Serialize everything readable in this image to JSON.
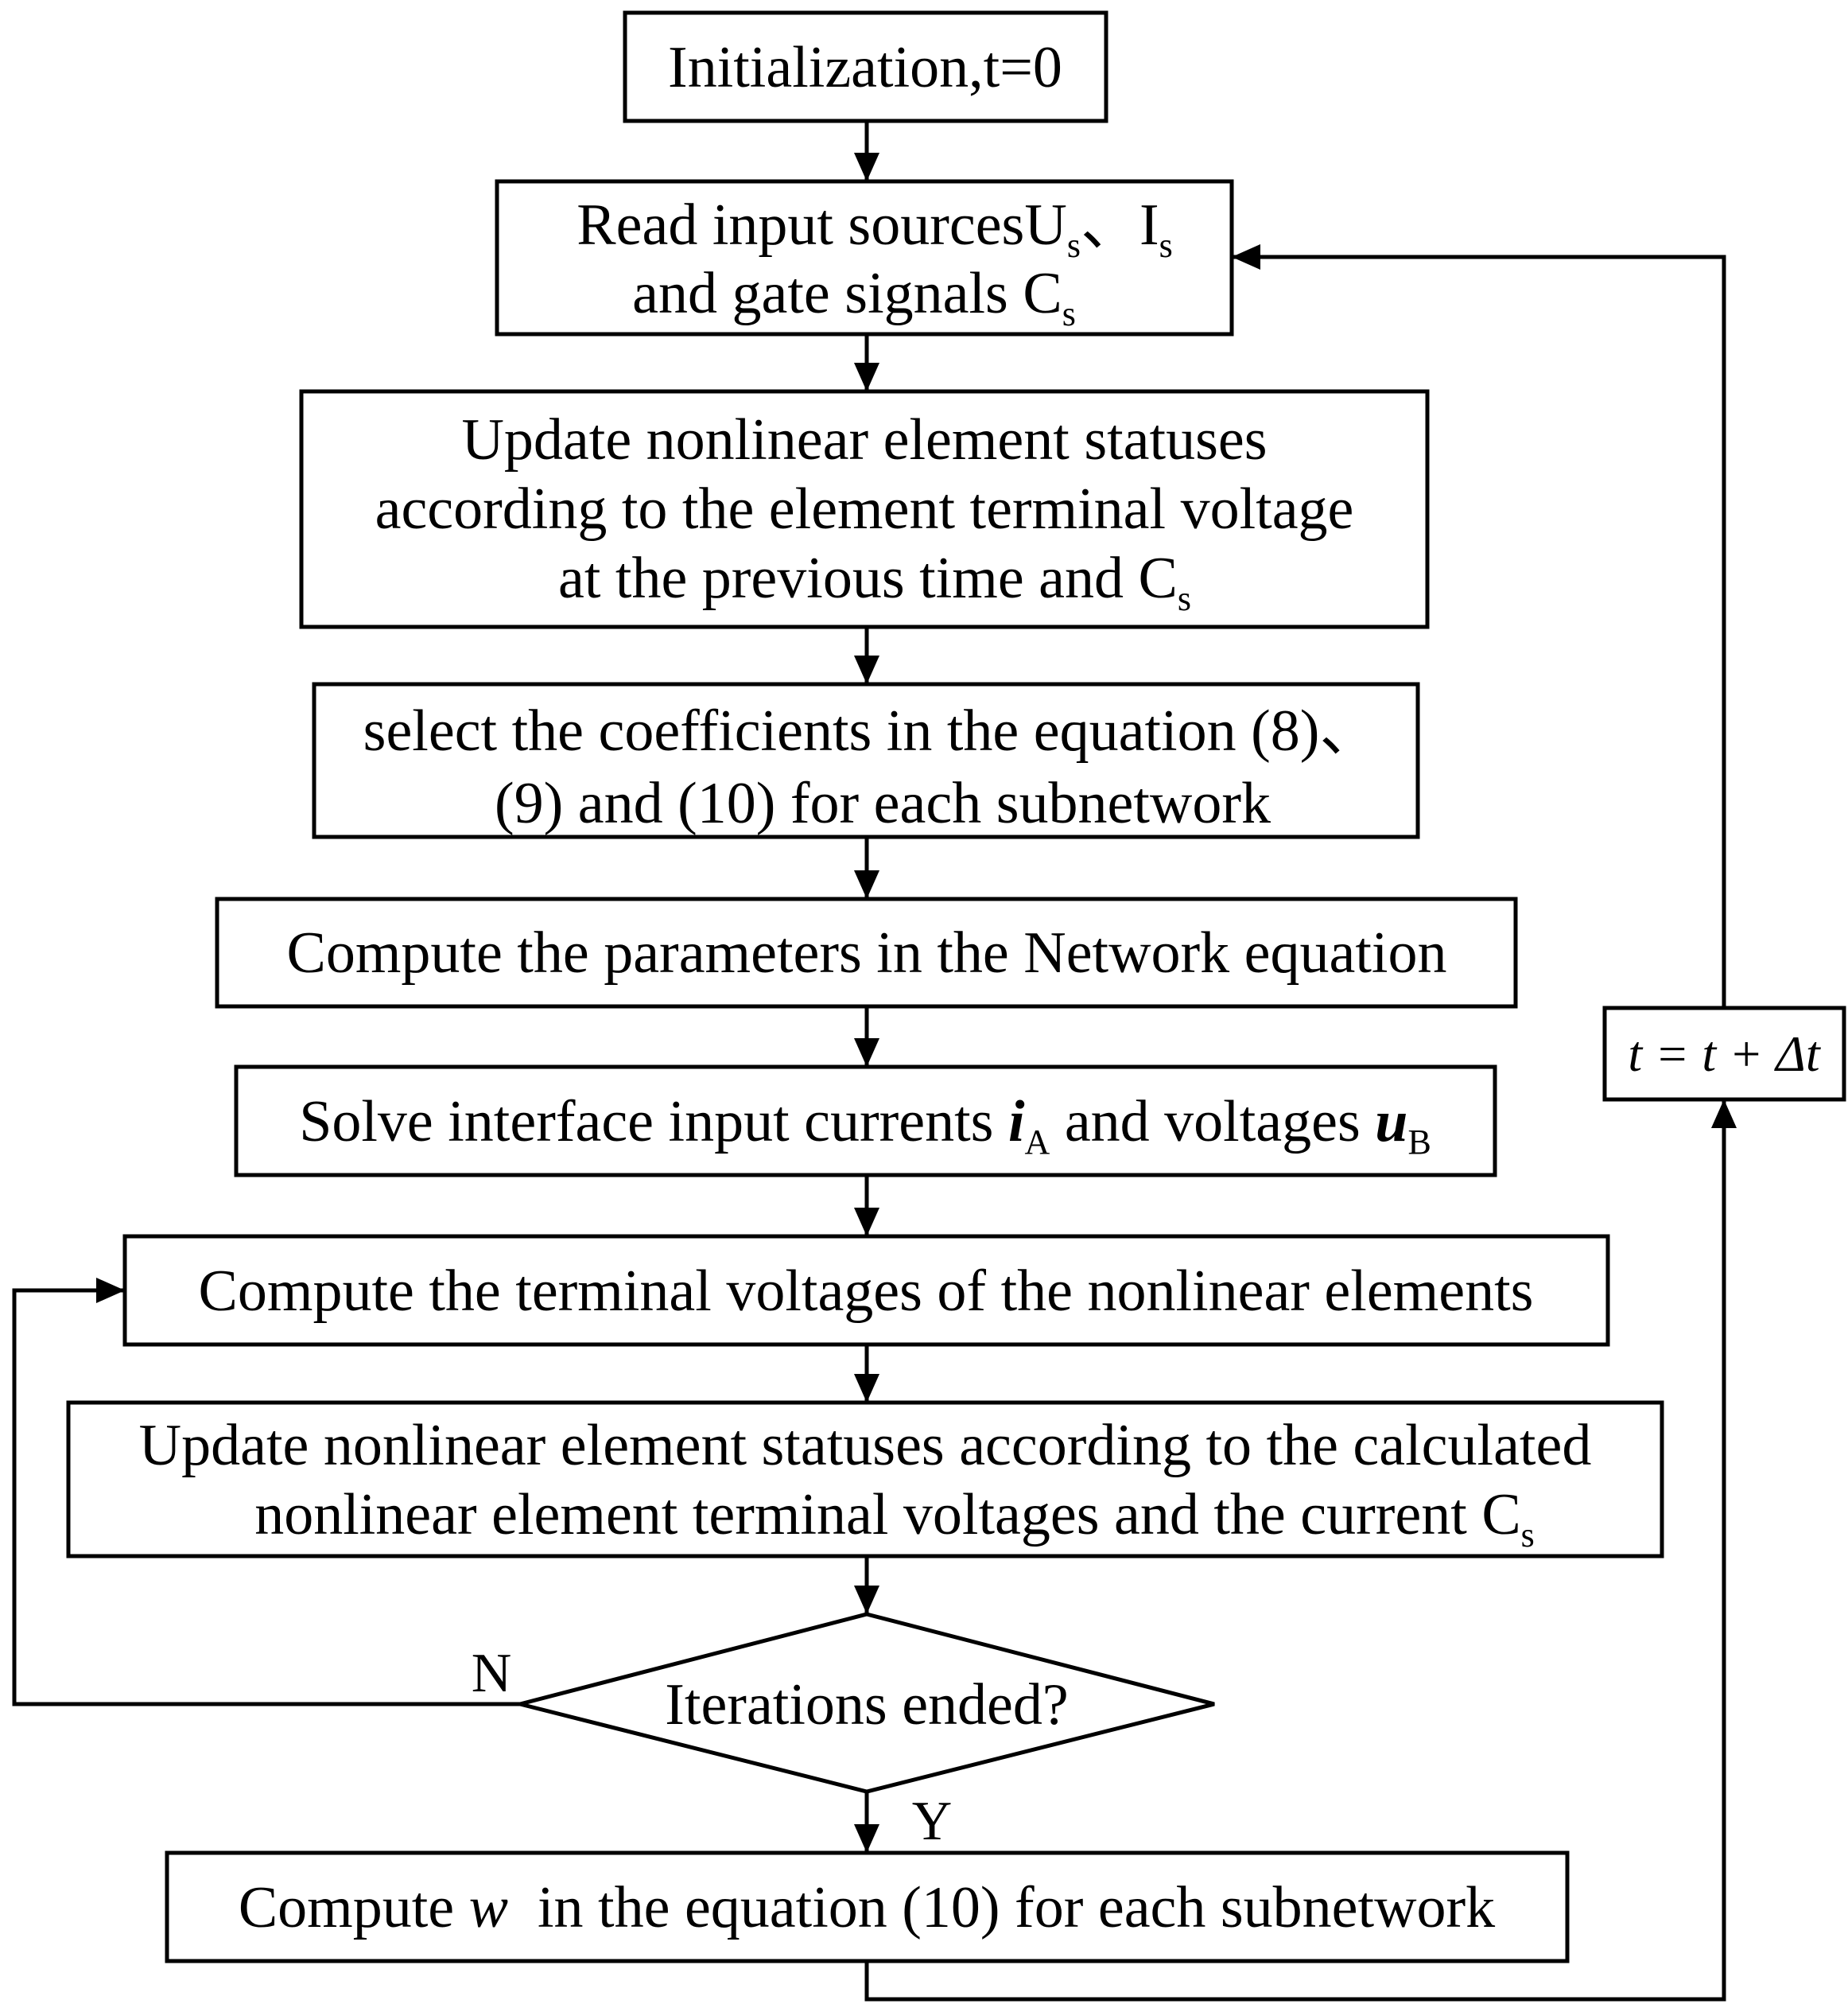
{
  "nodes": {
    "start": {
      "text": "Initialization,t=0"
    },
    "read_inputs": {
      "line1_text": "Read input sources",
      "u_symbol": "U",
      "u_subscript": "s",
      "separator": "、",
      "i_symbol": "I",
      "i_subscript": "s",
      "line2_text": "and gate signals ",
      "c_symbol": "C",
      "c_subscript": "s"
    },
    "update_previous": {
      "line1": "Update nonlinear element statuses",
      "line2": "according to the element terminal voltage",
      "line3_text": "at the previous time and ",
      "c_symbol": "C",
      "c_subscript": "s"
    },
    "select_coefficients": {
      "line1": "select the coefficients in the equation (8)、",
      "line2": "(9) and (10) for each subnetwork"
    },
    "compute_parameters": {
      "text": "Compute the parameters in the Network equation"
    },
    "solve_interface": {
      "text_before": "Solve interface input currents ",
      "current_symbol": "i",
      "current_subscript": "A",
      "text_middle": " and voltages ",
      "voltage_symbol": "u",
      "voltage_subscript": "B"
    },
    "compute_terminal_voltages": {
      "text": "Compute the terminal voltages of the nonlinear elements"
    },
    "update_calculated": {
      "line1": "Update nonlinear element statuses according to the calculated",
      "line2_text": "nonlinear element terminal voltages and the current ",
      "c_symbol": "C",
      "c_subscript": "s"
    },
    "decision": {
      "text": "Iterations ended?"
    },
    "compute_w": {
      "text_before": "Compute ",
      "w_symbol": "w",
      "text_after": "  in the equation (10) for each subnetwork"
    },
    "time_step": {
      "text": "t = t + Δt"
    }
  },
  "edge_labels": {
    "no": "N",
    "yes": "Y"
  },
  "colors": {
    "stroke": "#000000",
    "background": "#ffffff",
    "text": "#000000"
  }
}
